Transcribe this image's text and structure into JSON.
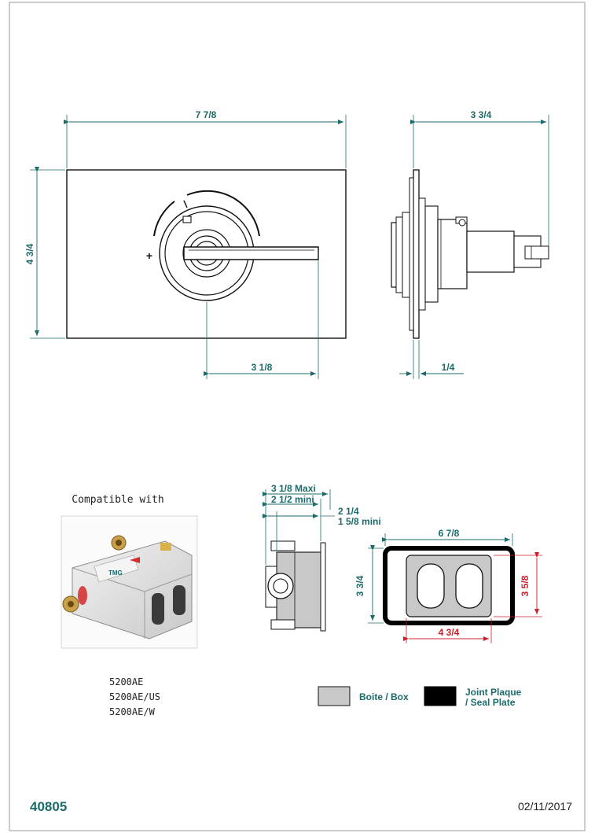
{
  "top_view": {
    "dim_width": "7 7/8",
    "dim_height": "4 3/4",
    "dim_handle_offset": "3 1/8",
    "plus_symbol": "+"
  },
  "side_view": {
    "dim_depth": "3 3/4",
    "dim_plate": "1/4"
  },
  "compatible": {
    "label": "Compatible with",
    "models": [
      "5200AE",
      "5200AE/US",
      "5200AE/W"
    ]
  },
  "box_side": {
    "dim_maxi": "3 1/8  Maxi",
    "dim_mini": "2 1/2 mini",
    "dim_depth_maxi": "2 1/4",
    "dim_depth_mini": "1 5/8 mini"
  },
  "box_front": {
    "dim_seal_width": "6 7/8",
    "dim_box_height": "3 3/4",
    "dim_seal_height": "3 5/8",
    "dim_box_width": "4 3/4"
  },
  "legend": {
    "box_label": "Boite / Box",
    "seal_label_line1": "Joint Plaque",
    "seal_label_line2": "/ Seal Plate",
    "box_color": "#c8c8c8",
    "seal_color": "#000000"
  },
  "footer": {
    "code": "40805",
    "date": "02/11/2017"
  },
  "colors": {
    "dimension": "#1b6b6b",
    "dimension_alt": "#cc1f2a"
  }
}
